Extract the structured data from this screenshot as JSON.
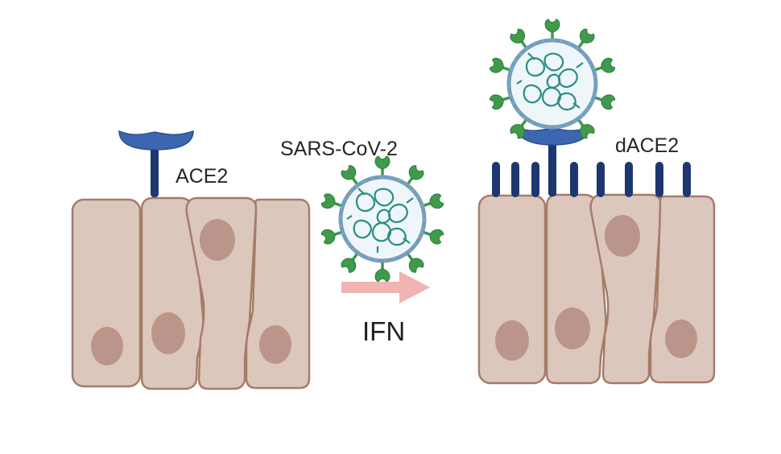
{
  "labels": {
    "ace2": "ACE2",
    "virus": "SARS-CoV-2",
    "treatment": "IFN",
    "dace2": "dACE2"
  },
  "colors": {
    "cell_fill": "#dcc7bd",
    "cell_stroke": "#a57c69",
    "nucleus": "#bc958a",
    "receptor": "#1d3770",
    "ace2_cap": "#3c67b0",
    "arrow": "#f1b3b3",
    "virus_membrane": "#6e9ec6",
    "virus_interior": "#eef6fa",
    "spike": "#3f9a4c",
    "rna": "#2a8c85"
  },
  "icons": [
    "epithelial-cell",
    "ace2-receptor",
    "sars-cov-2-virion",
    "ifn-arrow",
    "dace2-receptor"
  ]
}
